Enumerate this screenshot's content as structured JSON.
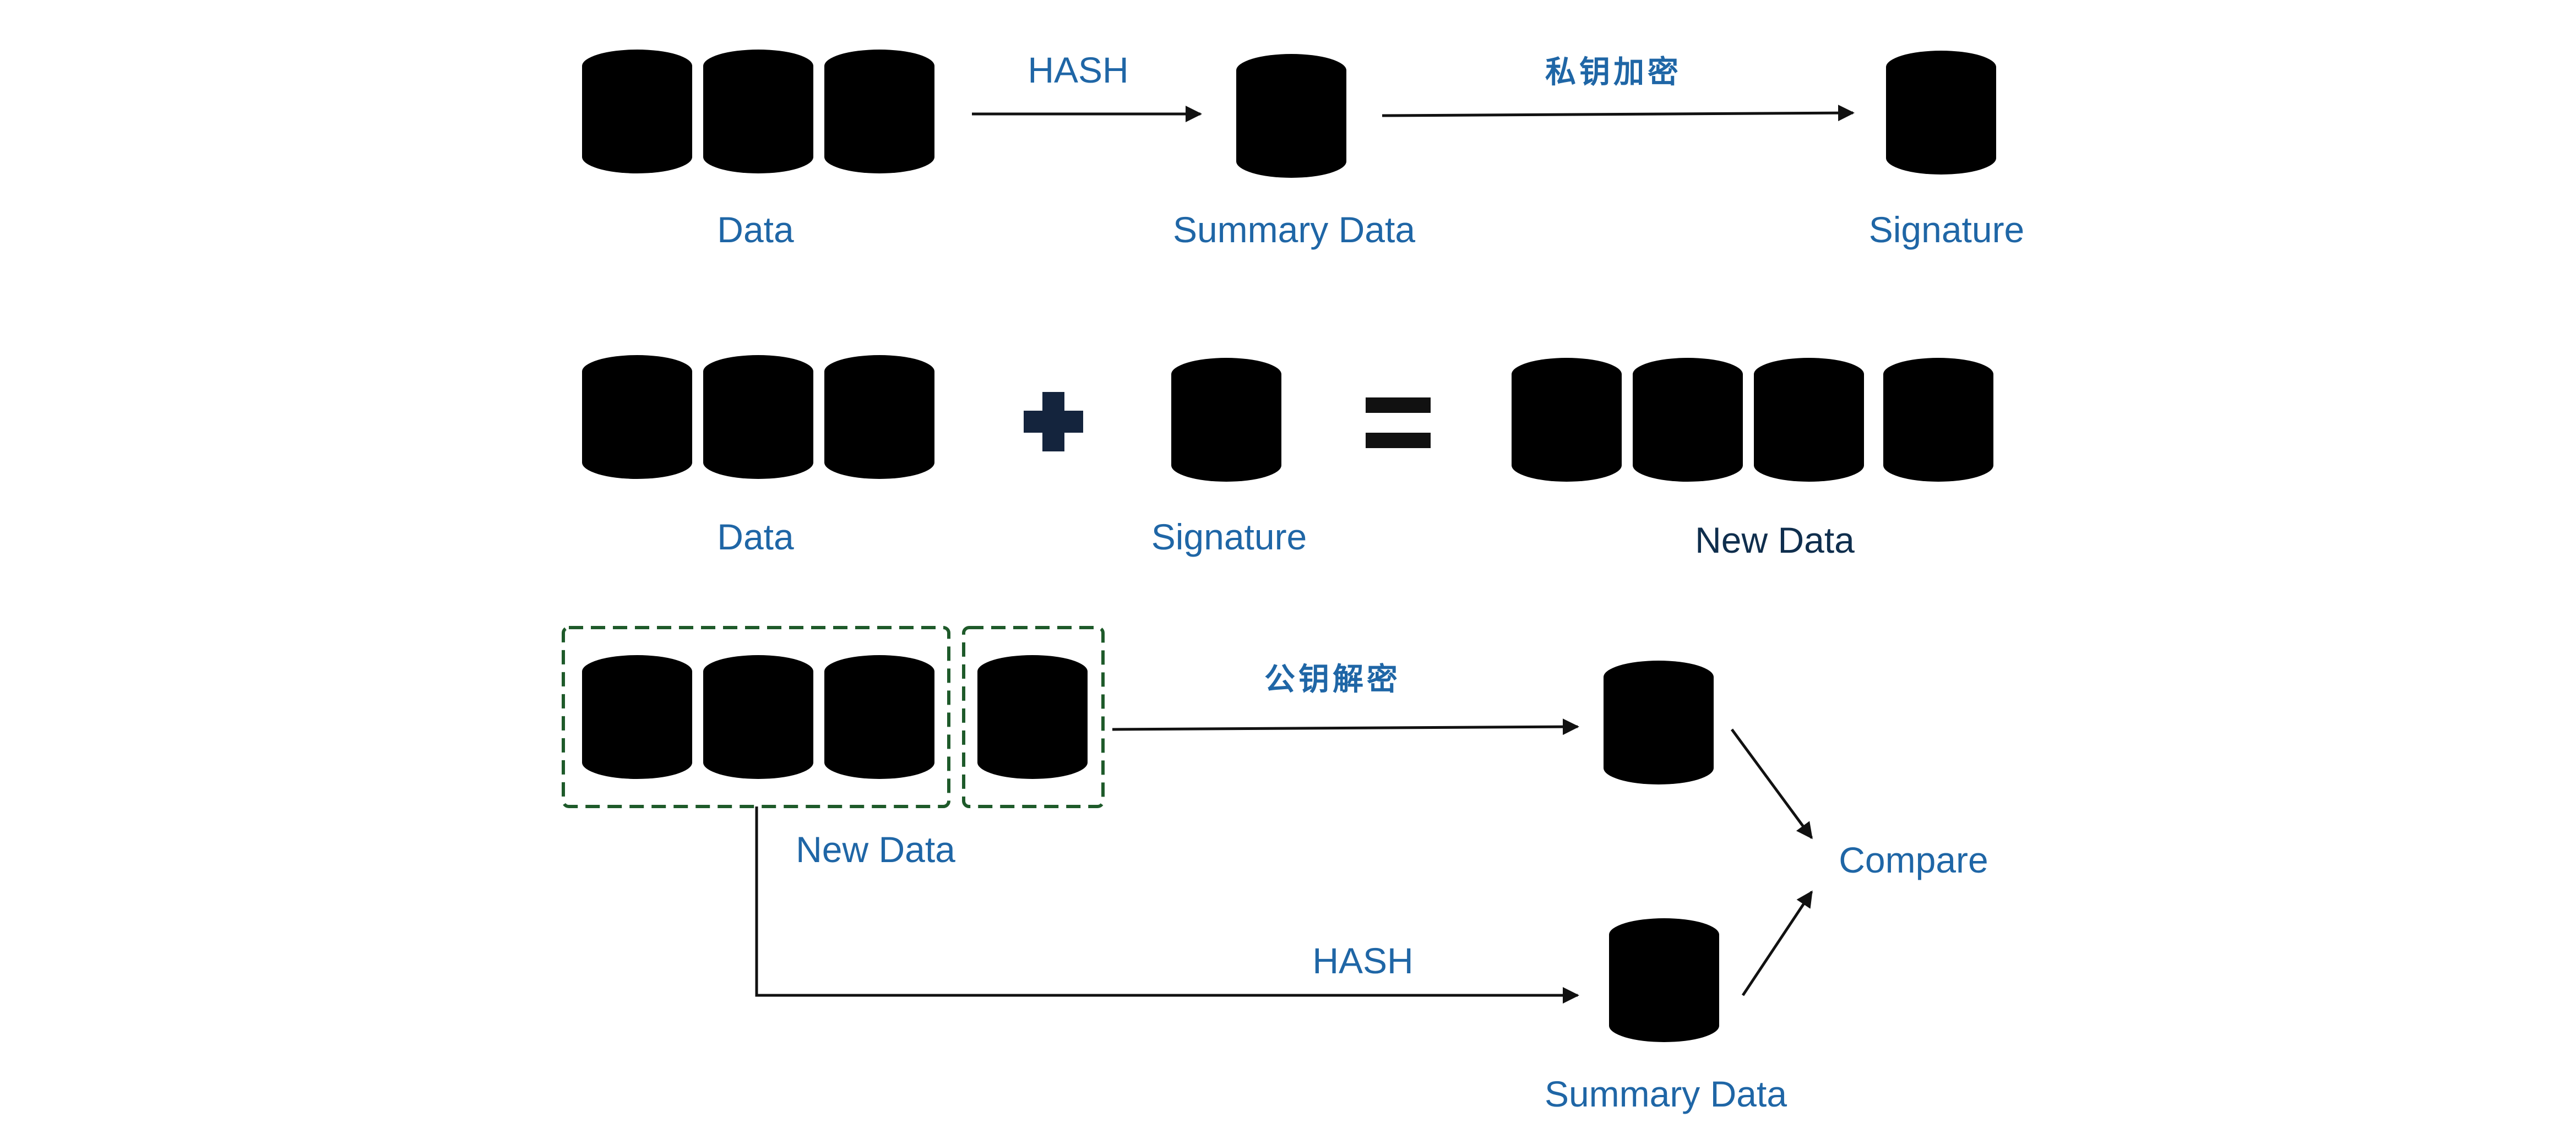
{
  "row1": {
    "data_label": "Data",
    "hash_label": "HASH",
    "summary_label": "Summary Data",
    "encrypt_label": "私钥加密",
    "signature_label": "Signature"
  },
  "row2": {
    "data_label": "Data",
    "signature_label": "Signature",
    "new_data_label": "New Data"
  },
  "row3": {
    "new_data_label": "New Data",
    "decrypt_label": "公钥解密",
    "hash_label": "HASH",
    "summary_label": "Summary Data",
    "compare_label": "Compare"
  },
  "colors": {
    "label_blue": "#1f66a6",
    "label_navy": "#0f2e4d",
    "dashed_green": "#1e5a2a",
    "plus_navy": "#14243d",
    "icon_black": "#111111"
  },
  "icons": {
    "data_store": "database-icon",
    "signature_store": "database-filled-icon",
    "plus": "plus-icon",
    "equals": "equals-icon"
  }
}
